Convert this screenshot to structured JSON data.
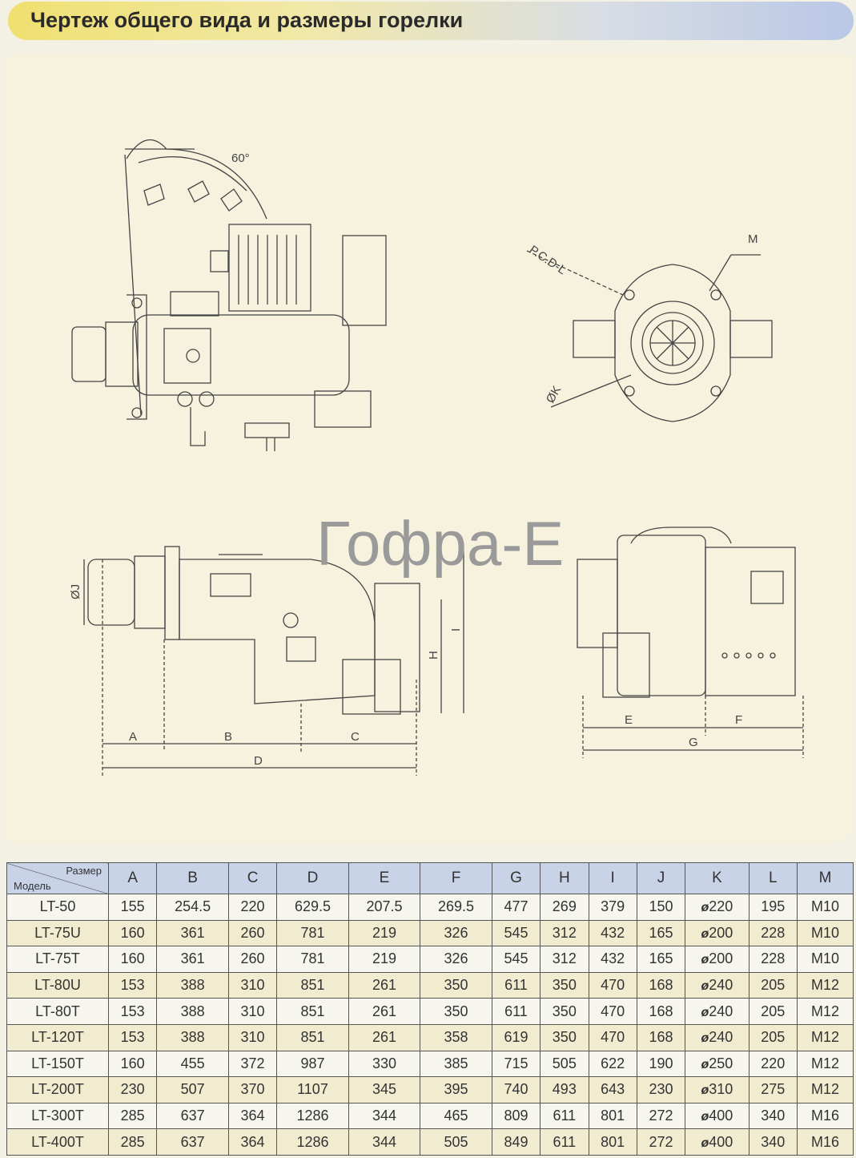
{
  "page_title": "Чертеж общего вида и размеры горелки",
  "watermark": "Гофра-Е",
  "drawing_labels": {
    "angle": "60°",
    "pcd": "P.C.D-L",
    "m": "M",
    "phi_k": "ØK",
    "phi_j": "ØJ",
    "a": "A",
    "b": "B",
    "c": "C",
    "d": "D",
    "e": "E",
    "f": "F",
    "g": "G",
    "h": "H",
    "i": "I"
  },
  "table": {
    "corner_top": "Размер",
    "corner_bottom": "Модель",
    "columns": [
      "A",
      "B",
      "C",
      "D",
      "E",
      "F",
      "G",
      "H",
      "I",
      "J",
      "K",
      "L",
      "M"
    ],
    "rows": [
      {
        "model": "LT-50",
        "cells": [
          "155",
          "254.5",
          "220",
          "629.5",
          "207.5",
          "269.5",
          "477",
          "269",
          "379",
          "150",
          "220",
          "195",
          "M10"
        ]
      },
      {
        "model": "LT-75U",
        "cells": [
          "160",
          "361",
          "260",
          "781",
          "219",
          "326",
          "545",
          "312",
          "432",
          "165",
          "200",
          "228",
          "M10"
        ]
      },
      {
        "model": "LT-75T",
        "cells": [
          "160",
          "361",
          "260",
          "781",
          "219",
          "326",
          "545",
          "312",
          "432",
          "165",
          "200",
          "228",
          "M10"
        ]
      },
      {
        "model": "LT-80U",
        "cells": [
          "153",
          "388",
          "310",
          "851",
          "261",
          "350",
          "611",
          "350",
          "470",
          "168",
          "240",
          "205",
          "M12"
        ]
      },
      {
        "model": "LT-80T",
        "cells": [
          "153",
          "388",
          "310",
          "851",
          "261",
          "350",
          "611",
          "350",
          "470",
          "168",
          "240",
          "205",
          "M12"
        ]
      },
      {
        "model": "LT-120T",
        "cells": [
          "153",
          "388",
          "310",
          "851",
          "261",
          "358",
          "619",
          "350",
          "470",
          "168",
          "240",
          "205",
          "M12"
        ]
      },
      {
        "model": "LT-150T",
        "cells": [
          "160",
          "455",
          "372",
          "987",
          "330",
          "385",
          "715",
          "505",
          "622",
          "190",
          "250",
          "220",
          "M12"
        ]
      },
      {
        "model": "LT-200T",
        "cells": [
          "230",
          "507",
          "370",
          "1107",
          "345",
          "395",
          "740",
          "493",
          "643",
          "230",
          "310",
          "275",
          "M12"
        ]
      },
      {
        "model": "LT-300T",
        "cells": [
          "285",
          "637",
          "364",
          "1286",
          "344",
          "465",
          "809",
          "611",
          "801",
          "272",
          "400",
          "340",
          "M16"
        ]
      },
      {
        "model": "LT-400T",
        "cells": [
          "285",
          "637",
          "364",
          "1286",
          "344",
          "505",
          "849",
          "611",
          "801",
          "272",
          "400",
          "340",
          "M16"
        ]
      }
    ],
    "phi_symbol": "ø"
  },
  "colors": {
    "header_bg": "#c9d3e8",
    "row_alt": "#f1ecd0",
    "title_start": "#f0e070",
    "title_end": "#b9c7e6"
  }
}
